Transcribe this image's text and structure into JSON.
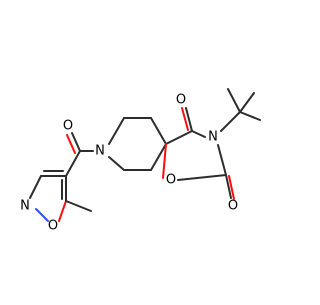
{
  "molecule": {
    "colors": {
      "bond": "#2d2d2d",
      "oxygen": "#ff0d0d",
      "nitrogen": "#3050f8"
    },
    "atom_labels": {
      "o_carbonyl_left": "O",
      "n_piperidine": "N",
      "o_carbonyl_top": "O",
      "n_oxazolidine": "N",
      "o_ring": "O",
      "o_carbonyl_right": "O",
      "n_isoxazole": "N",
      "o_isoxazole": "O"
    }
  }
}
